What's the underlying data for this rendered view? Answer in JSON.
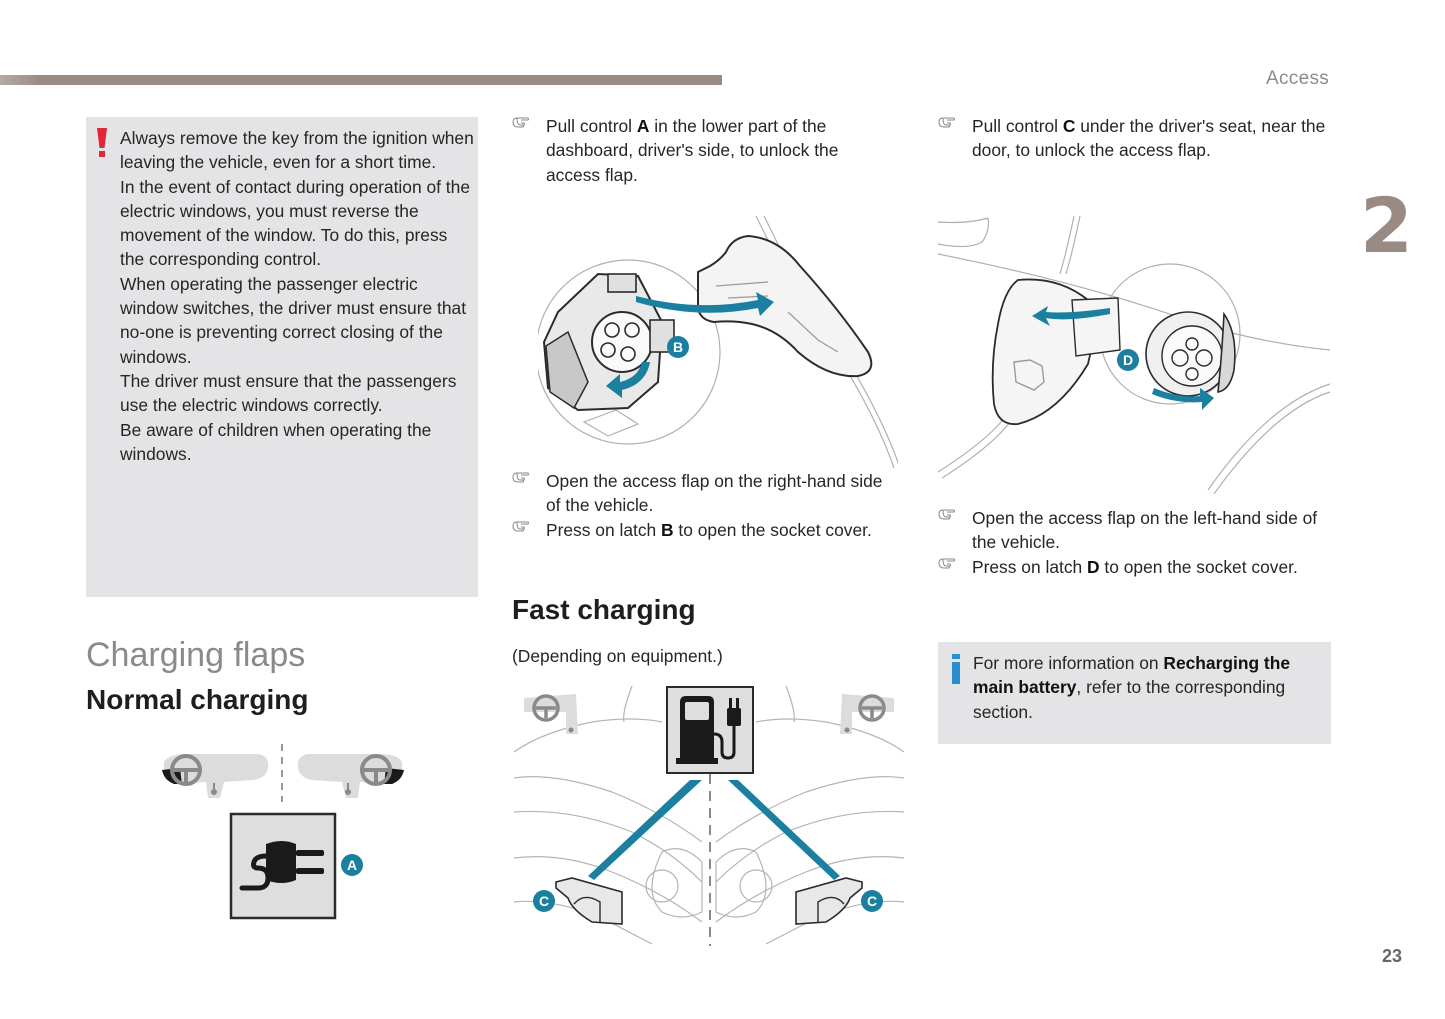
{
  "header": {
    "section_name": "Access",
    "chapter_number": "2",
    "page_number": "23",
    "accent_color": "#9a8a84"
  },
  "warning": {
    "icon": "exclamation-icon",
    "icon_color": "#e3263a",
    "paragraphs": [
      "Always remove the key from the ignition when leaving the vehicle, even for a short time.",
      "In the event of contact during operation of the electric windows, you must reverse the movement of the window. To do this, press the corresponding control.",
      "When operating the passenger electric window switches, the driver must ensure that no-one is preventing correct closing of the windows.",
      "The driver must ensure that the passengers use the electric windows correctly.",
      "Be aware of children when operating the windows."
    ]
  },
  "headings": {
    "charging_flaps": "Charging flaps",
    "normal_charging": "Normal charging",
    "fast_charging": "Fast charging",
    "fast_charging_note": "(Depending on equipment.)"
  },
  "normal_column": {
    "step1": {
      "pre": "Pull control ",
      "bold": "A",
      "post": " in the lower part of the dashboard, driver's side, to unlock the access flap."
    },
    "step2": {
      "text": "Open the access flap on the right-hand side of the vehicle."
    },
    "step3": {
      "pre": "Press on latch ",
      "bold": "B",
      "post": " to open the socket cover."
    }
  },
  "fast_column": {
    "step1": {
      "pre": "Pull control ",
      "bold": "C",
      "post": " under the driver's seat, near the door, to unlock the access flap."
    },
    "step2": {
      "text": "Open the access flap on the left-hand side of the vehicle."
    },
    "step3": {
      "pre": "Press on latch ",
      "bold": "D",
      "post": " to open the socket cover."
    }
  },
  "info": {
    "icon": "info-icon",
    "icon_color": "#2a8fd0",
    "pre": "For more information on ",
    "bold": "Recharging the main battery",
    "post": ", refer to the corresponding section."
  },
  "figures": {
    "callout_color": "#1b7fa0",
    "normal_dashboard": {
      "callout": "A",
      "icon": "plug-icon"
    },
    "normal_socket": {
      "callout": "B"
    },
    "fast_socket": {
      "callout": "D"
    },
    "fast_seats": {
      "callout_left": "C",
      "callout_right": "C",
      "icon": "charging-station-icon"
    }
  }
}
